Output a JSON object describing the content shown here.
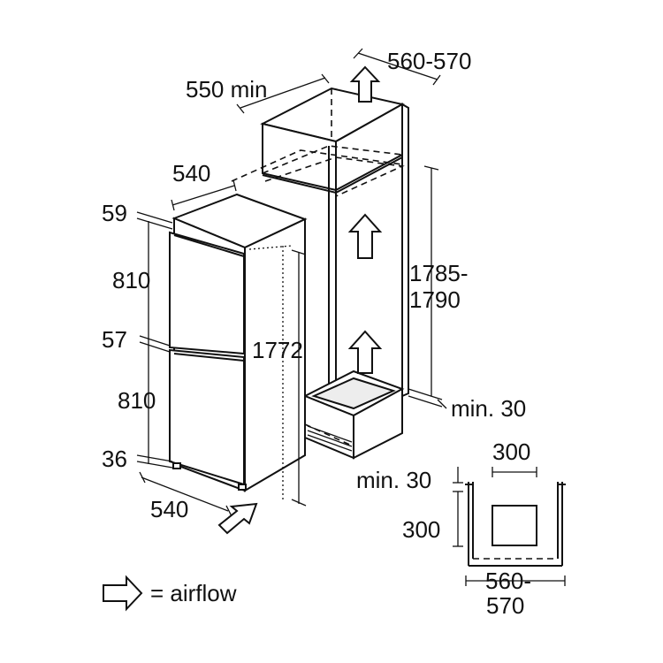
{
  "labels": {
    "niche_width_top": "560-570",
    "niche_depth": "550 min",
    "appliance_width": "540",
    "top_gap": "59",
    "upper_door": "810",
    "middle_gap": "57",
    "lower_door": "810",
    "bottom_gap": "36",
    "appliance_depth": "540",
    "appliance_height": "1772",
    "niche_height_line1": "1785-",
    "niche_height_line2": "1790",
    "min_gap_side": "min. 30",
    "vent_width": "300",
    "vent_height": "300",
    "vent_min_gap": "min. 30",
    "plinth_width_line1": "560-",
    "plinth_width_line2": "570",
    "legend_text": "= airflow"
  }
}
